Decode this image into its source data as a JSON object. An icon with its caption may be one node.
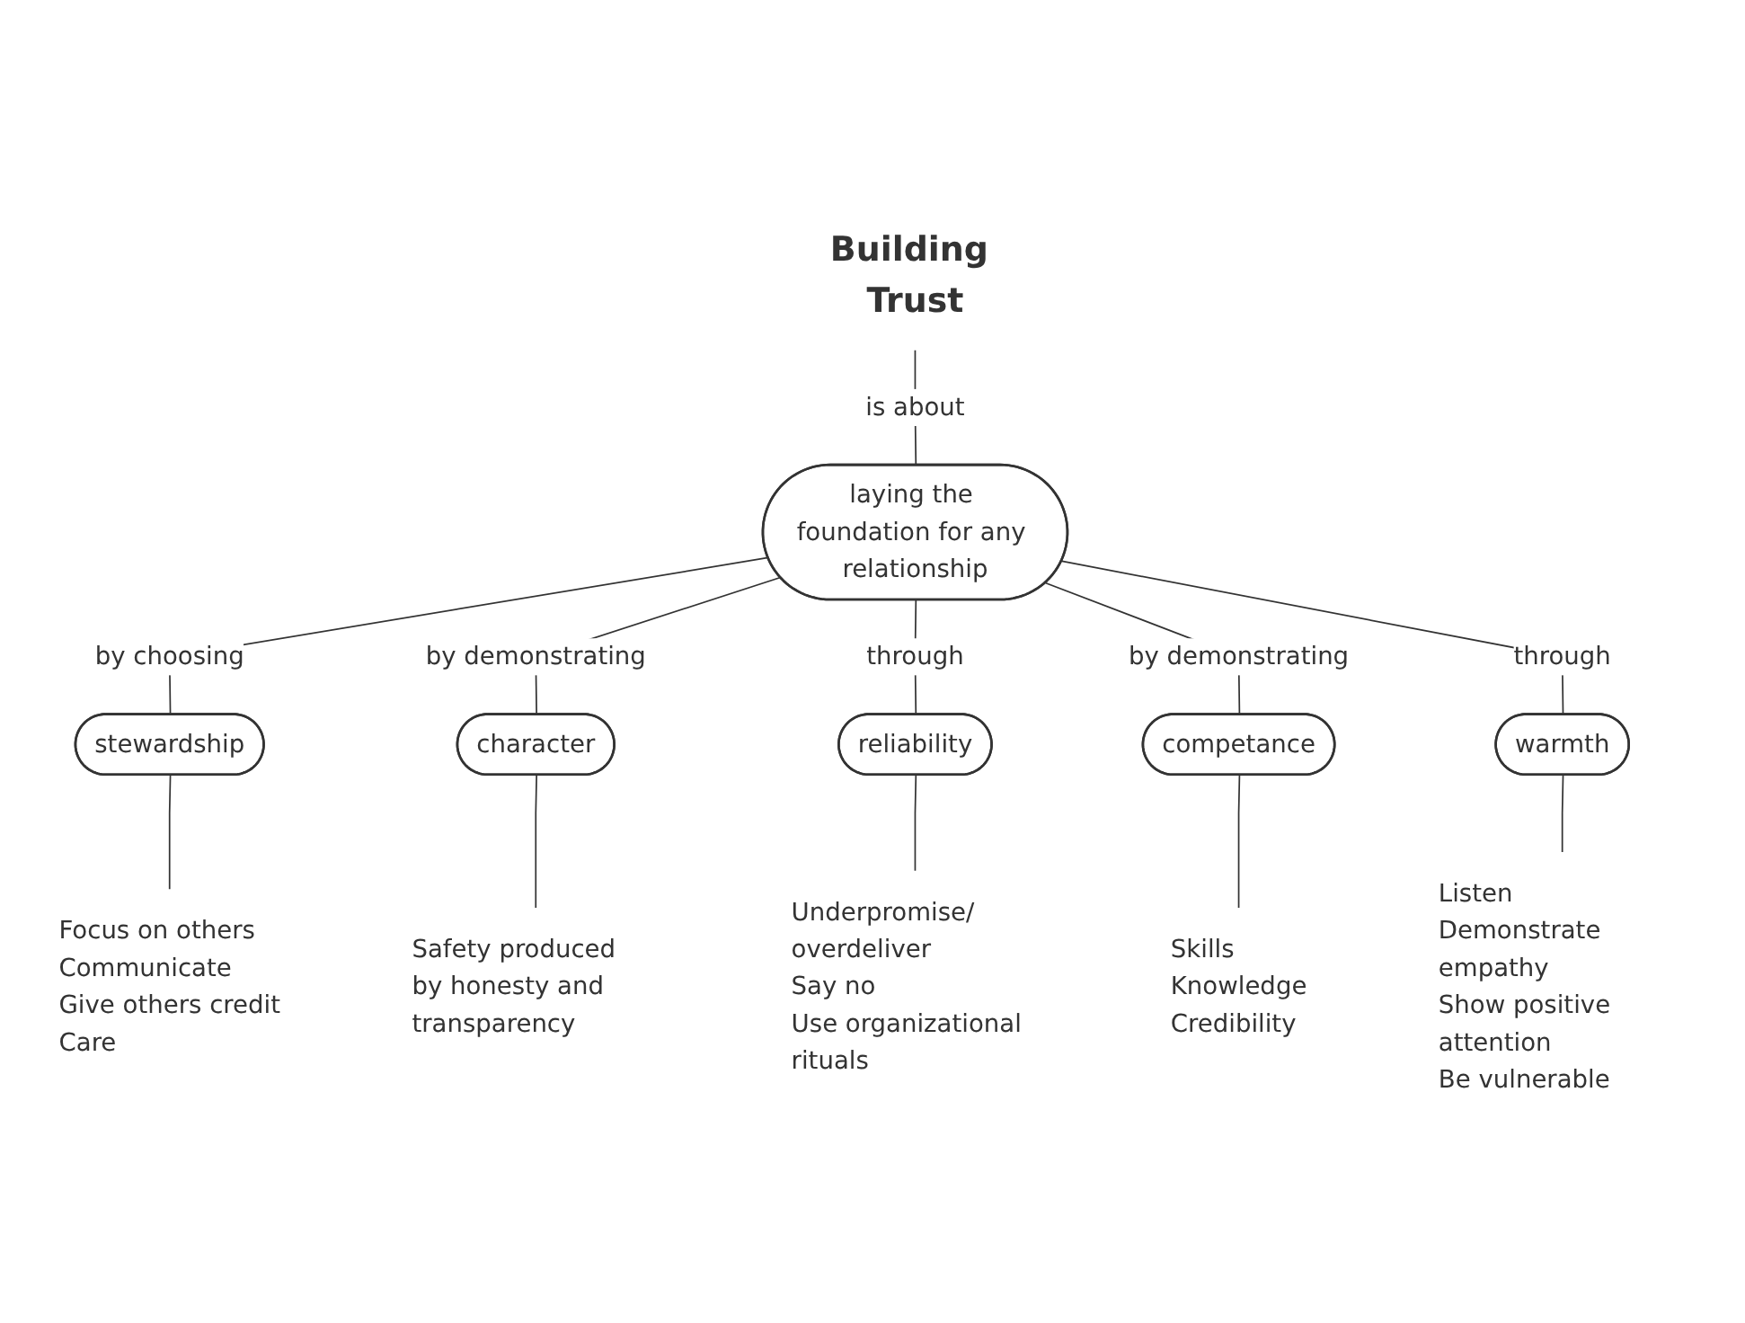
{
  "diagram": {
    "nodes": [
      {
        "text": [
          "Building Trust"
        ]
      },
      {
        "text": [
          "laying the foundation for any relationship"
        ]
      },
      {
        "text": [
          "stewardship"
        ]
      },
      {
        "text": [
          "character"
        ]
      },
      {
        "text": [
          "reliability"
        ]
      },
      {
        "text": [
          "competance"
        ]
      },
      {
        "text": [
          "warmth"
        ]
      },
      {
        "text": [
          "Focus on others",
          "Communicate",
          "Give others credit",
          "Care"
        ]
      },
      {
        "text": [
          "Safety produced by honesty and transparency"
        ]
      },
      {
        "text": [
          "Underpromise/ overdeliver",
          "Say no",
          "Use organizational rituals"
        ]
      },
      {
        "text": [
          "Skills",
          "Knowledge",
          "Credibility"
        ]
      },
      {
        "text": [
          "Listen",
          "Demonstrate empathy",
          "Show positive attention",
          "Be vulnerable"
        ]
      }
    ],
    "edges": [
      {
        "from": 0,
        "to": 1,
        "arrow": "none",
        "label": "is about"
      },
      {
        "from": 1,
        "to": 2,
        "arrow": "none",
        "label": "by choosing"
      },
      {
        "from": 1,
        "to": 3,
        "arrow": "none",
        "label": "by demonstrating"
      },
      {
        "from": 1,
        "to": 4,
        "arrow": "none",
        "label": "through"
      },
      {
        "from": 1,
        "to": 5,
        "arrow": "none",
        "label": "by demonstrating"
      },
      {
        "from": 1,
        "to": 6,
        "arrow": "none",
        "label": "through"
      },
      {
        "from": 2,
        "to": 7,
        "arrow": "none"
      },
      {
        "from": 3,
        "to": 8,
        "arrow": "none"
      },
      {
        "from": 4,
        "to": 9,
        "arrow": "none"
      },
      {
        "from": 5,
        "to": 10,
        "arrow": "none"
      },
      {
        "from": 6,
        "to": 11,
        "arrow": "none"
      }
    ]
  }
}
